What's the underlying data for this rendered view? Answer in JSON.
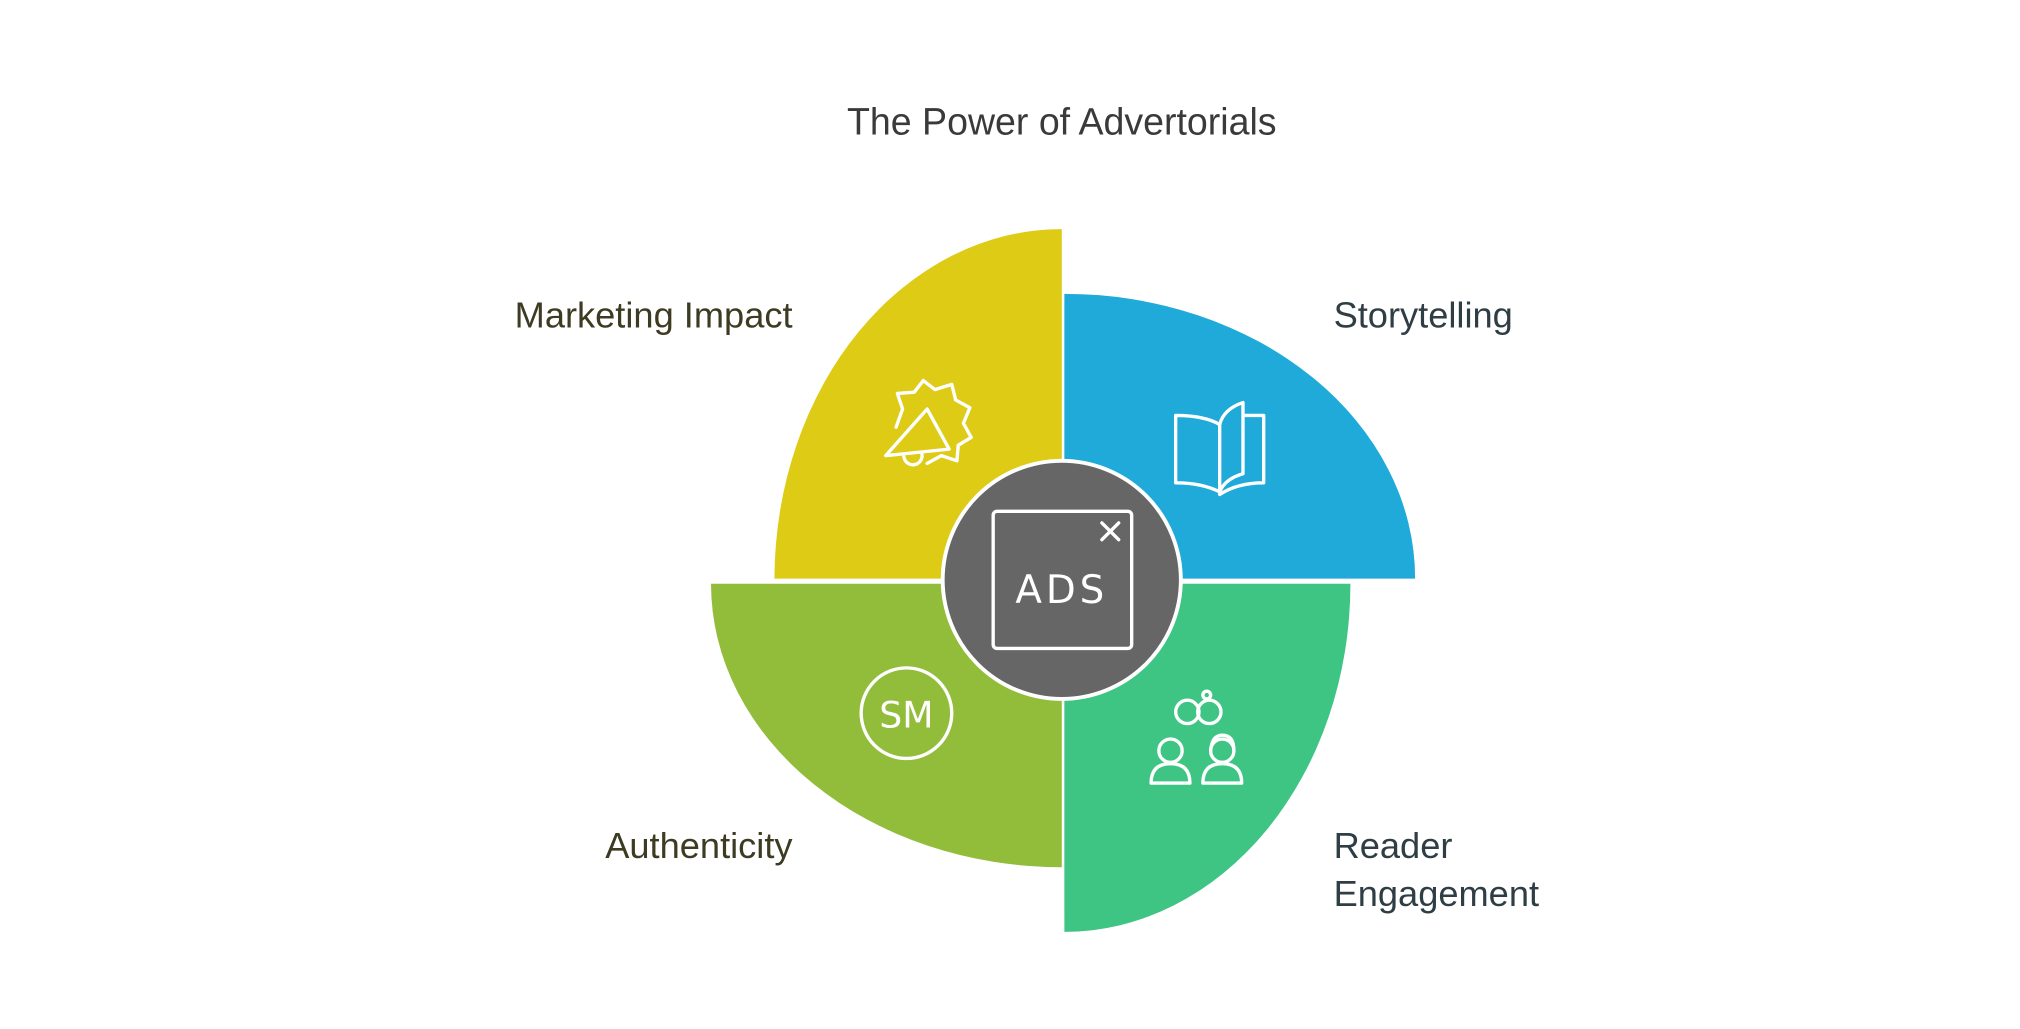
{
  "title": "The Power of Advertorials",
  "center": {
    "icon": "ads-window-icon",
    "text": "ADS",
    "color": "#666666"
  },
  "segments": [
    {
      "label": "Marketing Impact",
      "icon": "megaphone-icon",
      "color": "#DDCB15",
      "text_color": "#3D3B22"
    },
    {
      "label": "Storytelling",
      "icon": "open-book-icon",
      "color": "#1FAAD9",
      "text_color": "#2F3E44"
    },
    {
      "label": "Authenticity",
      "icon": "sm-badge-icon",
      "icon_text": "SM",
      "color": "#92BD3A",
      "text_color": "#3D3B22"
    },
    {
      "label_line1": "Reader",
      "label_line2": "Engagement",
      "icon": "people-icon",
      "color": "#3EC483",
      "text_color": "#2F3E44"
    }
  ]
}
